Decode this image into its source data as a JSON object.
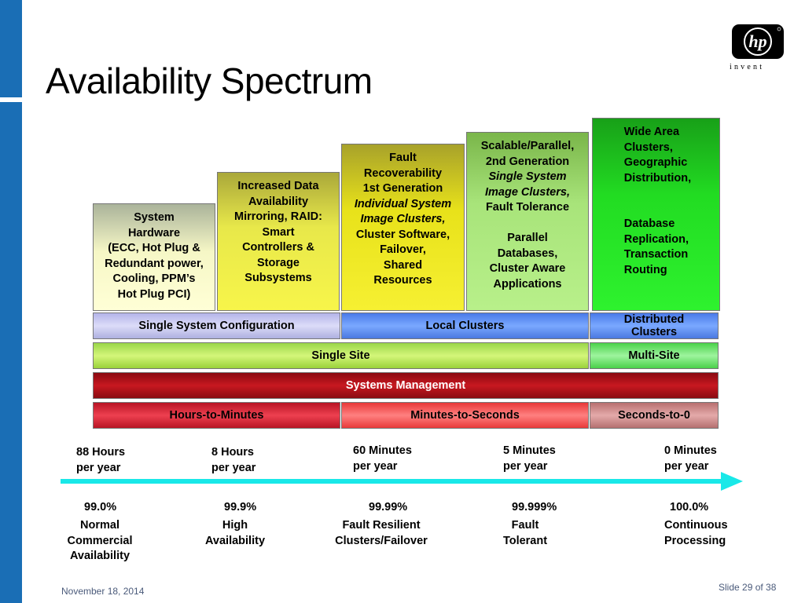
{
  "slide": {
    "title": "Availability Spectrum",
    "date": "November 18, 2014",
    "number_label": "Slide 29 of 38"
  },
  "logo": {
    "mark": "hp",
    "tagline": "invent",
    "colors": {
      "badge": "#000000",
      "text": "#ffffff"
    }
  },
  "columns": [
    {
      "lines": [
        "System",
        "Hardware",
        "(ECC, Hot Plug &",
        "Redundant power,",
        "Cooling, PPM’s",
        "Hot Plug PCI)"
      ]
    },
    {
      "lines": [
        "Increased Data",
        "Availability",
        "Mirroring, RAID:",
        "Smart",
        "Controllers &",
        "Storage",
        "Subsystems"
      ]
    },
    {
      "lines": [
        "Fault",
        "Recoverability",
        "1st Generation"
      ],
      "italic_lines": [
        "Individual System",
        "Image Clusters,"
      ],
      "tail_lines": [
        "Cluster Software,",
        "Failover,",
        "Shared",
        "Resources"
      ]
    },
    {
      "lines": [
        "Scalable/Parallel,",
        "2nd Generation"
      ],
      "italic_lines": [
        "Single System",
        "Image Clusters,"
      ],
      "tail_lines": [
        "Fault Tolerance",
        "",
        "Parallel",
        "Databases,",
        "Cluster Aware",
        "Applications"
      ]
    },
    {
      "lines": [
        "Wide Area",
        "Clusters,",
        "Geographic",
        "Distribution,",
        "",
        "",
        "Database",
        "Replication,",
        "Transaction",
        "Routing"
      ]
    }
  ],
  "rows": {
    "configuration": {
      "single_system": "Single System Configuration",
      "local_clusters": "Local Clusters",
      "distributed_clusters": "Distributed\nClusters"
    },
    "site": {
      "single_site": "Single Site",
      "multi_site": "Multi-Site"
    },
    "management": {
      "systems_management": "Systems Management"
    },
    "recovery": {
      "hours_to_minutes": "Hours-to-Minutes",
      "minutes_to_seconds": "Minutes-to-Seconds",
      "seconds_to_0": "Seconds-to-0"
    }
  },
  "downtime": [
    {
      "value": "88 Hours\nper year"
    },
    {
      "value": "8 Hours\nper year"
    },
    {
      "value": "60 Minutes\nper year"
    },
    {
      "value": "5 Minutes\nper year"
    },
    {
      "value": "0 Minutes\nper year"
    }
  ],
  "levels": [
    {
      "percent": "99.0%",
      "name": "Normal\nCommercial\nAvailability"
    },
    {
      "percent": "99.9%",
      "name": "High\nAvailability"
    },
    {
      "percent": "99.99%",
      "name": "Fault Resilient\nClusters/Failover"
    },
    {
      "percent": "99.999%",
      "name": "Fault\nTolerant"
    },
    {
      "percent": "100.0%",
      "name": "Continuous\nProcessing"
    }
  ],
  "colors": {
    "side_bar": "#1a6eb5",
    "arrow": "#19e8e8",
    "systems_management_text": "#ffffff"
  }
}
